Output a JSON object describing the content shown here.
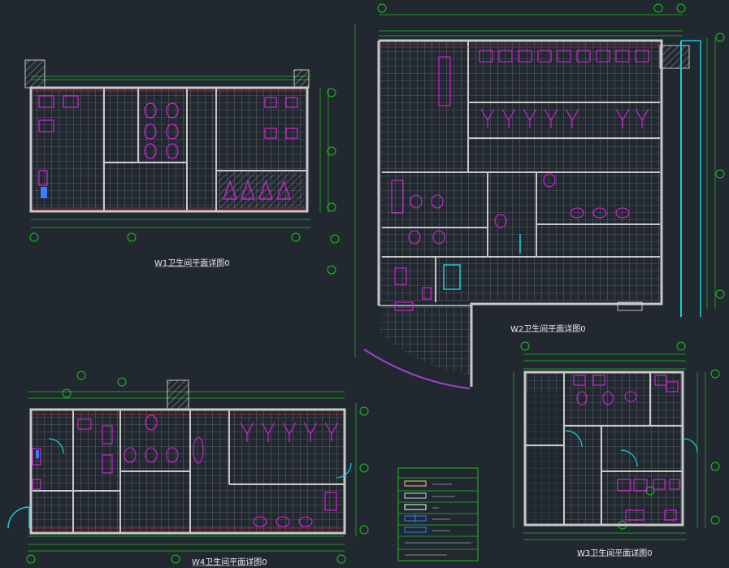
{
  "drawing": {
    "plan_w1_title": "W1卫生间平面详图",
    "plan_w2_title": "W2卫生间平面详图",
    "plan_w3_title": "W3卫生间平面详图",
    "plan_w4_title": "W4卫生间平面详图",
    "title_suffix": "0"
  },
  "legend": {
    "rows": [
      {
        "color": "#f0d060",
        "pattern": "hatch-yellow"
      },
      {
        "color": "#d8d8d8",
        "pattern": "hatch-grey"
      },
      {
        "color": "#ffffff",
        "pattern": "line"
      },
      {
        "color": "#3a7bff",
        "pattern": "blue-cross"
      },
      {
        "color": "#3a7bff",
        "pattern": "blue-hatch"
      }
    ]
  },
  "colors": {
    "background": "#212830",
    "wall": "#c8c8c8",
    "tile_grid": "#9a9a9a",
    "fixture": "#e020e0",
    "dimension": "#20c020",
    "axis_bubble": "#20c020",
    "door": "#10d0e0",
    "red_line": "#d02020",
    "yellow": "#e0d040"
  }
}
